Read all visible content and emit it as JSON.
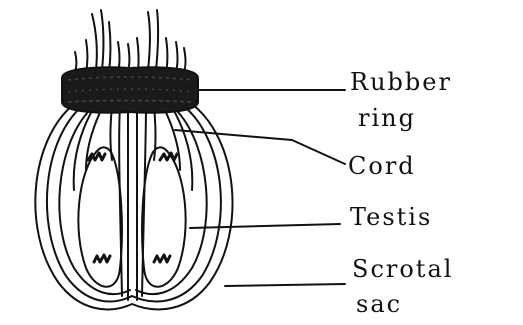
{
  "diagram": {
    "labels": {
      "rubber_ring_line1": "Rubber",
      "rubber_ring_line2": "ring",
      "cord": "Cord",
      "testis": "Testis",
      "scrotal_sac_line1": "Scrotal",
      "scrotal_sac_line2": "sac"
    },
    "colors": {
      "ink": "#111111",
      "ring_fill": "#1a1a1a",
      "background": "#ffffff"
    }
  }
}
